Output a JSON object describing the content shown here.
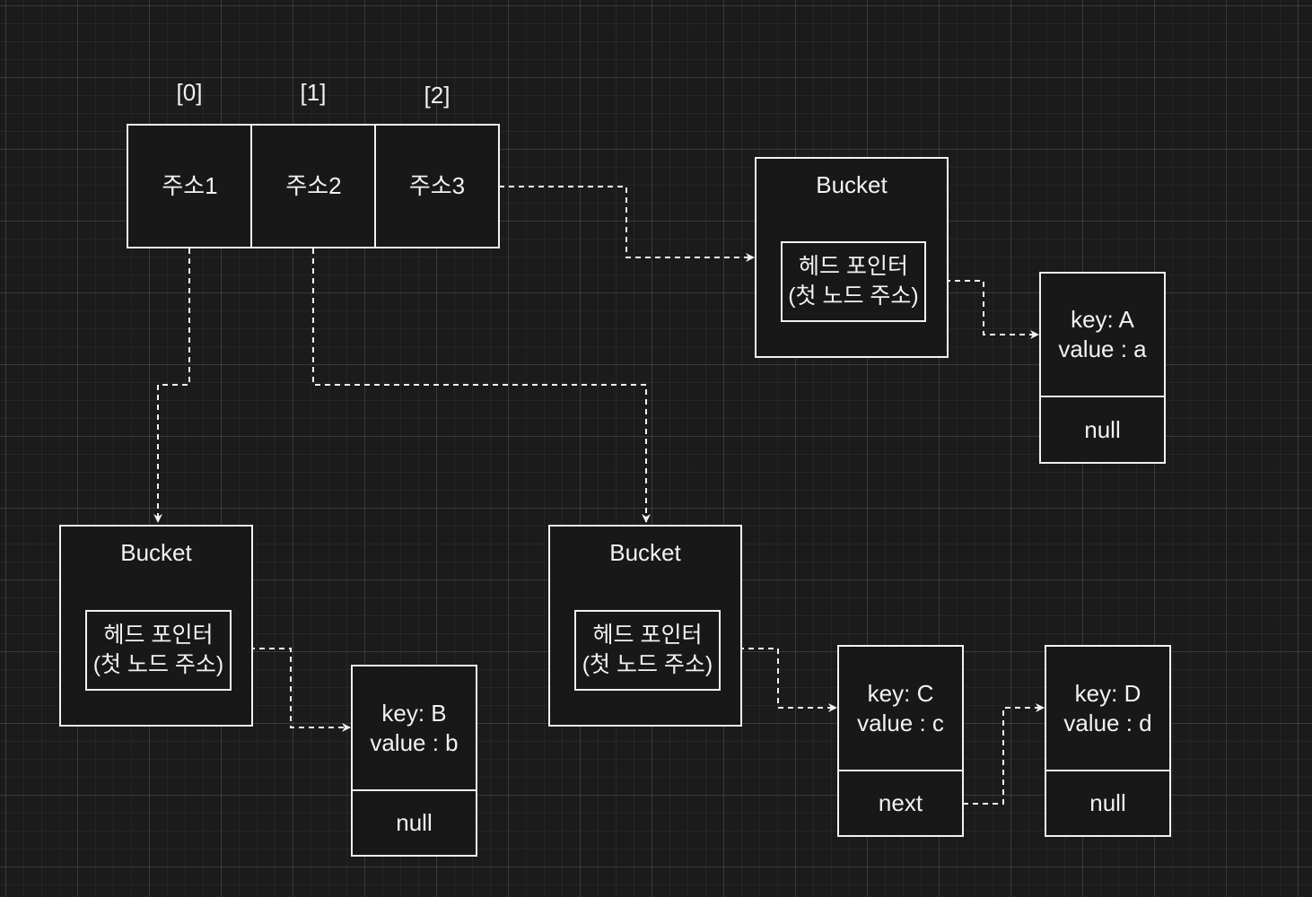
{
  "array": {
    "indices": [
      "[0]",
      "[1]",
      "[2]"
    ],
    "cells": [
      "주소1",
      "주소2",
      "주소3"
    ]
  },
  "buckets": [
    {
      "title": "Bucket",
      "head_line1": "헤드 포인터",
      "head_line2": "(첫 노드 주소)"
    },
    {
      "title": "Bucket",
      "head_line1": "헤드 포인터",
      "head_line2": "(첫 노드 주소)"
    },
    {
      "title": "Bucket",
      "head_line1": "헤드 포인터",
      "head_line2": "(첫 노드 주소)"
    }
  ],
  "nodes": [
    {
      "key": "key: A",
      "value": "value : a",
      "next": "null"
    },
    {
      "key": "key: B",
      "value": "value : b",
      "next": "null"
    },
    {
      "key": "key: C",
      "value": "value : c",
      "next": "next"
    },
    {
      "key": "key: D",
      "value": "value : d",
      "next": "null"
    }
  ],
  "colors": {
    "background": "#1b1b1b",
    "stroke": "#f2f2f2"
  }
}
